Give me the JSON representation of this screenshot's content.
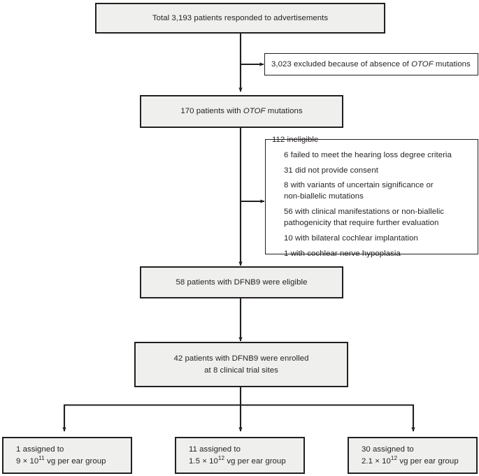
{
  "diagram": {
    "title": "Patient screening and enrollment flow diagram",
    "colors": {
      "box_fill_gray": "#eff0ee",
      "box_fill_white": "#ffffff",
      "border": "#231f20",
      "text": "#231f20",
      "connector": "#231f20"
    },
    "nodes": {
      "total_responded": {
        "text": "Total 3,193 patients responded to advertisements",
        "count": 3193,
        "style": "gray"
      },
      "excluded_no_mutations": {
        "text_before_gene": "3,023 excluded because of absence of ",
        "gene": "OTOF",
        "text_after_gene": " mutations",
        "count": 3023,
        "style": "white"
      },
      "with_mutations": {
        "text_before_gene": "170 patients with ",
        "gene": "OTOF",
        "text_after_gene": " mutations",
        "count": 170,
        "style": "gray"
      },
      "ineligible": {
        "heading": "112 ineligible",
        "count": 112,
        "style": "white",
        "reasons": [
          {
            "line1": "6 failed to meet the hearing loss degree criteria",
            "line2": ""
          },
          {
            "line1": "31 did not provide consent",
            "line2": ""
          },
          {
            "line1": "8 with variants of uncertain significance or",
            "line2": "non-biallelic mutations"
          },
          {
            "line1": "56 with clinical manifestations or non-biallelic",
            "line2": "pathogenicity that require further evaluation"
          },
          {
            "line1": "10 with bilateral cochlear implantation",
            "line2": ""
          },
          {
            "line1": "1 with cochlear nerve hypoplasia",
            "line2": ""
          }
        ]
      },
      "eligible": {
        "text": "58 patients with DFNB9 were eligible",
        "count": 58,
        "style": "gray"
      },
      "enrolled": {
        "line1": "42 patients with DFNB9 were enrolled",
        "line2": "at 8 clinical trial sites",
        "count": 42,
        "sites": 8,
        "style": "gray"
      }
    },
    "assignment_groups": [
      {
        "line1": "1 assigned to",
        "count": 1,
        "dose_mantissa": "9 × 10",
        "dose_exponent": "11",
        "dose_suffix": " vg per ear group",
        "style": "gray"
      },
      {
        "line1": "11 assigned to",
        "count": 11,
        "dose_mantissa": "1.5 × 10",
        "dose_exponent": "12",
        "dose_suffix": " vg per ear group",
        "style": "gray"
      },
      {
        "line1": "30 assigned to",
        "count": 30,
        "dose_mantissa": "2.1 × 10",
        "dose_exponent": "12",
        "dose_suffix": " vg per ear group",
        "style": "gray"
      }
    ]
  }
}
